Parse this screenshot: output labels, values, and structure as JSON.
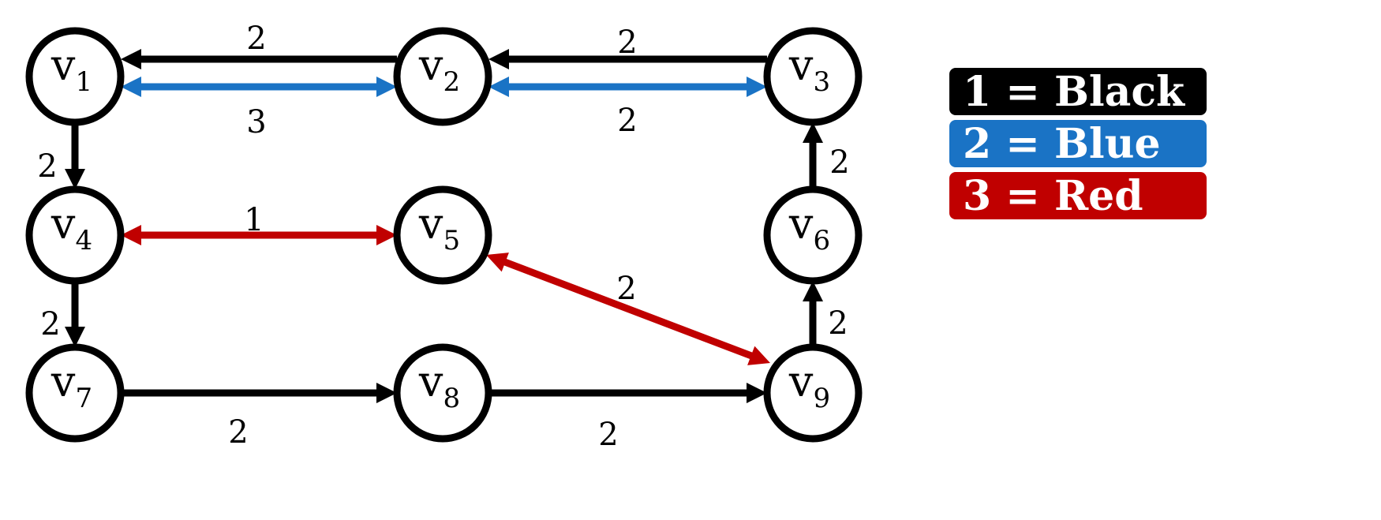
{
  "nodes": [
    {
      "id": "v1",
      "main": "v",
      "sub": "1"
    },
    {
      "id": "v2",
      "main": "v",
      "sub": "2"
    },
    {
      "id": "v3",
      "main": "v",
      "sub": "3"
    },
    {
      "id": "v4",
      "main": "v",
      "sub": "4"
    },
    {
      "id": "v5",
      "main": "v",
      "sub": "5"
    },
    {
      "id": "v6",
      "main": "v",
      "sub": "6"
    },
    {
      "id": "v7",
      "main": "v",
      "sub": "7"
    },
    {
      "id": "v8",
      "main": "v",
      "sub": "8"
    },
    {
      "id": "v9",
      "main": "v",
      "sub": "9"
    }
  ],
  "edges": [
    {
      "id": "v2-v1",
      "from": "v2",
      "to": "v1",
      "bidirectional": false,
      "color": "#000000",
      "label": "2"
    },
    {
      "id": "v1-v2",
      "from": "v1",
      "to": "v2",
      "bidirectional": true,
      "color": "#1a73c5",
      "label": "3"
    },
    {
      "id": "v3-v2",
      "from": "v3",
      "to": "v2",
      "bidirectional": false,
      "color": "#000000",
      "label": "2"
    },
    {
      "id": "v2-v3",
      "from": "v2",
      "to": "v3",
      "bidirectional": true,
      "color": "#1a73c5",
      "label": "2"
    },
    {
      "id": "v1-v4",
      "from": "v1",
      "to": "v4",
      "bidirectional": false,
      "color": "#000000",
      "label": "2"
    },
    {
      "id": "v4-v5",
      "from": "v4",
      "to": "v5",
      "bidirectional": true,
      "color": "#c00000",
      "label": "1"
    },
    {
      "id": "v6-v3",
      "from": "v6",
      "to": "v3",
      "bidirectional": false,
      "color": "#000000",
      "label": "2"
    },
    {
      "id": "v4-v7",
      "from": "v4",
      "to": "v7",
      "bidirectional": false,
      "color": "#000000",
      "label": "2"
    },
    {
      "id": "v5-v9",
      "from": "v5",
      "to": "v9",
      "bidirectional": true,
      "color": "#c00000",
      "label": "2"
    },
    {
      "id": "v9-v6",
      "from": "v9",
      "to": "v6",
      "bidirectional": false,
      "color": "#000000",
      "label": "2"
    },
    {
      "id": "v7-v8",
      "from": "v7",
      "to": "v8",
      "bidirectional": false,
      "color": "#000000",
      "label": "2"
    },
    {
      "id": "v8-v9",
      "from": "v8",
      "to": "v9",
      "bidirectional": false,
      "color": "#000000",
      "label": "2"
    }
  ],
  "legend": [
    {
      "text": "1 = Black",
      "color": "#000000"
    },
    {
      "text": "2 = Blue",
      "color": "#1a73c5"
    },
    {
      "text": "3 = Red",
      "color": "#c00000"
    }
  ]
}
